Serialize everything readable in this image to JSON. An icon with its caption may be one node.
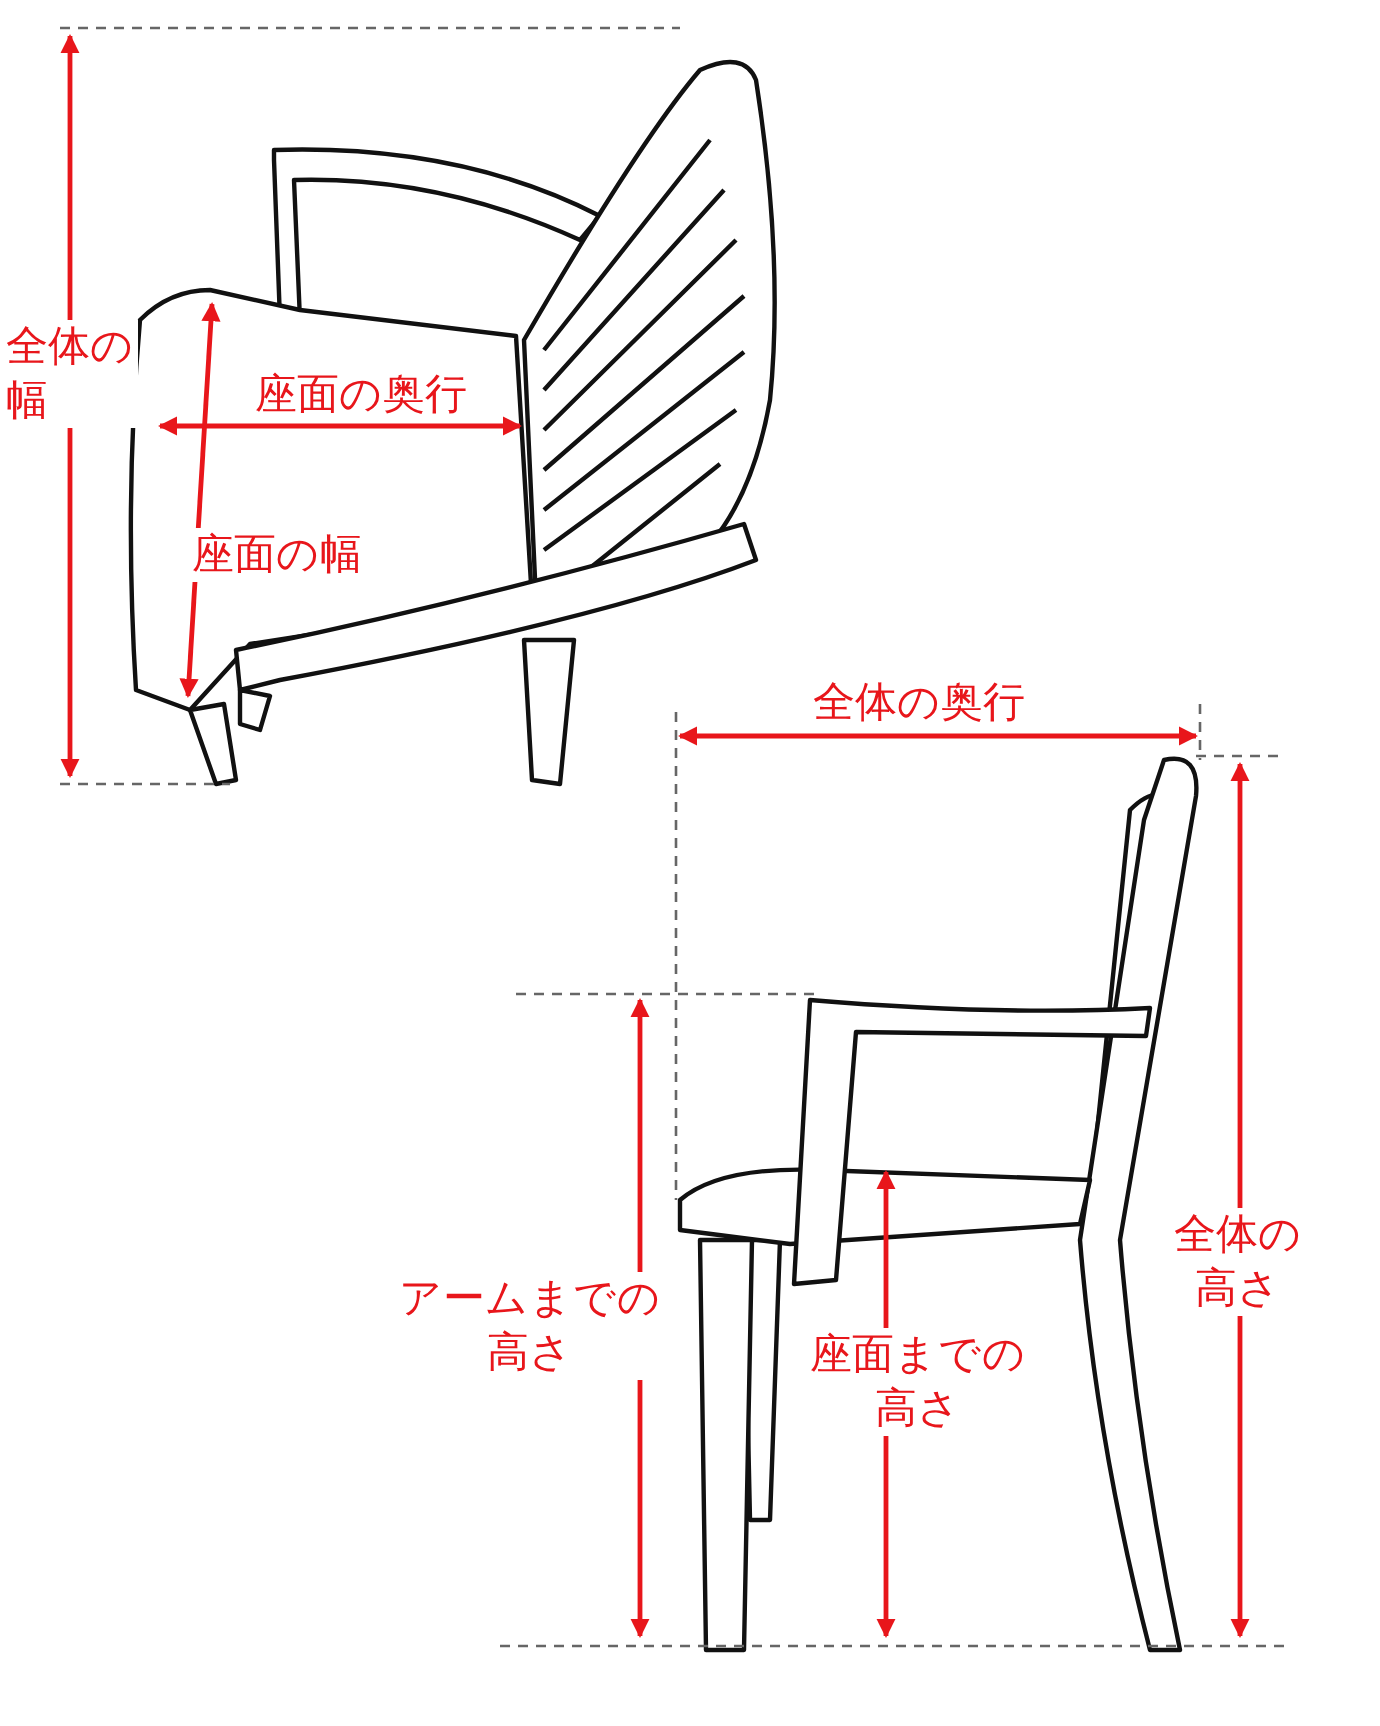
{
  "diagram": {
    "labels": [
      "全体の幅",
      "座面の奥行",
      "座面の幅",
      "全体の奥行",
      "全体の高さ",
      "アームまでの高さ",
      "座面までの高さ"
    ]
  }
}
